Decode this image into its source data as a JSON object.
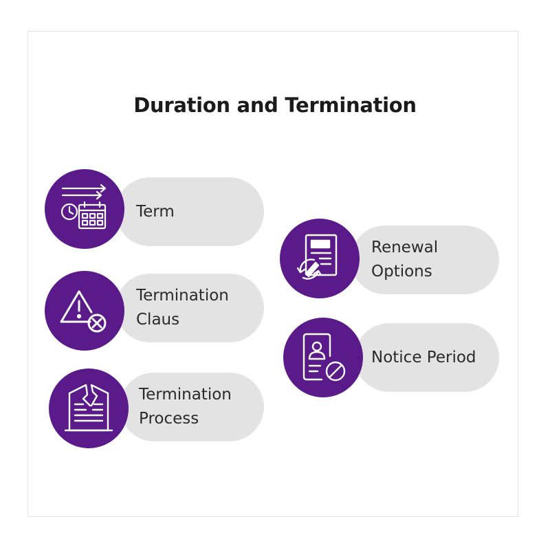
{
  "title": "Duration and Termination",
  "colors": {
    "accent": "#5b1a8a",
    "pill": "#e3e3e3",
    "text": "#2a2a2a"
  },
  "items": [
    {
      "id": "term",
      "label": "Term",
      "icon": "timeline-calendar-icon"
    },
    {
      "id": "termination-clause",
      "label": "Termination\nClaus",
      "icon": "warning-cancel-icon"
    },
    {
      "id": "termination-process",
      "label": "Termination\nProcess",
      "icon": "torn-document-icon"
    },
    {
      "id": "renewal-options",
      "label": "Renewal\nOptions",
      "icon": "document-renew-icon"
    },
    {
      "id": "notice-period",
      "label": "Notice Period",
      "icon": "id-card-block-icon"
    }
  ]
}
